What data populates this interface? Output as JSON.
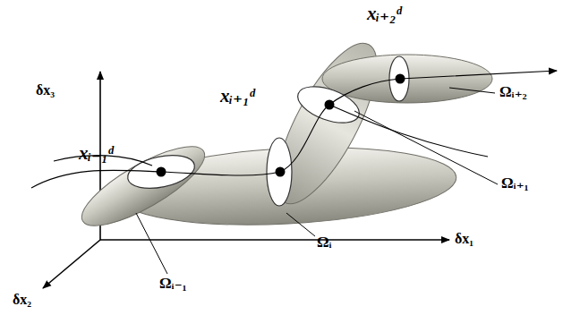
{
  "diagram": {
    "labels": [
      "δx₃",
      "δx₁",
      "δx₂",
      "xᵢ₋₁ᵈ",
      "xᵢ₊₁ᵈ",
      "xᵢ₊₂ᵈ",
      "Ωᵢ₊₂",
      "Ωᵢ₊₁",
      "Ωᵢ",
      "Ωᵢ₋₁"
    ]
  }
}
